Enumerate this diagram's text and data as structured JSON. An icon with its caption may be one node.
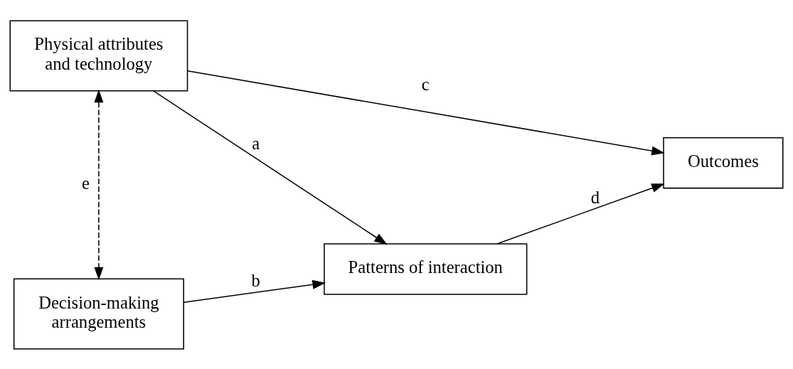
{
  "diagram": {
    "nodes": [
      {
        "text": [
          "Physical attributes and technology"
        ]
      },
      {
        "text": [
          "Patterns of interaction"
        ]
      },
      {
        "text": [
          "Outcomes"
        ]
      },
      {
        "text": [
          "Decision-making arrangements"
        ]
      }
    ],
    "edges": [
      {
        "from": 0,
        "to": 2,
        "arrow": "to",
        "label": "c"
      },
      {
        "from": 0,
        "to": 1,
        "arrow": "to",
        "label": "a"
      },
      {
        "from": 1,
        "to": 2,
        "arrow": "to",
        "label": "d"
      },
      {
        "from": 0,
        "to": 3,
        "arrow": "both",
        "label": "e",
        "style": "dashed"
      },
      {
        "from": 3,
        "to": 1,
        "arrow": "to",
        "label": "b"
      }
    ]
  }
}
